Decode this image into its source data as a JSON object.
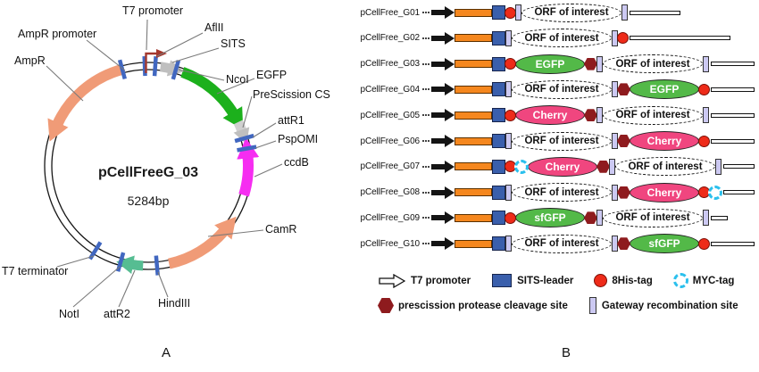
{
  "figure": {
    "panel_a_letter": "A",
    "panel_b_letter": "B"
  },
  "panel_a": {
    "plasmid_name": "pCellFreeG_03",
    "plasmid_size": "5284bp",
    "labels": {
      "t7_promoter": "T7 promoter",
      "ampr_promoter": "AmpR promoter",
      "ampr": "AmpR",
      "aflii": "AflII",
      "sits": "SITS",
      "ncoi": "NcoI",
      "egfp": "EGFP",
      "prescission_cs": "PreScission CS",
      "attr1": "attR1",
      "pspomi": "PspOMI",
      "ccdb": "ccdB",
      "camr": "CamR",
      "hindiii": "HindIII",
      "attr2": "attR2",
      "noti": "NotI",
      "t7_terminator": "T7 terminator"
    }
  },
  "panel_b": {
    "orf_label": "ORF of interest",
    "rows": [
      {
        "label": "pCellFree_G01",
        "elements": [
          "t7",
          "orange",
          "sits",
          "his",
          "gw",
          "orf",
          "gw",
          "tail"
        ]
      },
      {
        "label": "pCellFree_G02",
        "elements": [
          "t7",
          "orange",
          "sits",
          "gw",
          "orf",
          "gw",
          "his",
          "tail"
        ]
      },
      {
        "label": "pCellFree_G03",
        "elements": [
          "t7",
          "orange",
          "sits",
          "his",
          "fp:EGFP:green",
          "ps",
          "gw",
          "orf",
          "gw",
          "tail"
        ]
      },
      {
        "label": "pCellFree_G04",
        "elements": [
          "t7",
          "orange",
          "sits",
          "gw",
          "orf",
          "gw",
          "ps",
          "fp:EGFP:green",
          "his",
          "tail"
        ]
      },
      {
        "label": "pCellFree_G05",
        "elements": [
          "t7",
          "orange",
          "sits",
          "his",
          "fp:Cherry:pink",
          "ps",
          "gw",
          "orf",
          "gw",
          "tail"
        ]
      },
      {
        "label": "pCellFree_G06",
        "elements": [
          "t7",
          "orange",
          "sits",
          "gw",
          "orf",
          "gw",
          "ps",
          "fp:Cherry:pink",
          "his",
          "tail"
        ]
      },
      {
        "label": "pCellFree_G07",
        "elements": [
          "t7",
          "orange",
          "sits",
          "his",
          "myc",
          "fp:Cherry:pink",
          "ps",
          "gw",
          "orf",
          "gw",
          "tail"
        ]
      },
      {
        "label": "pCellFree_G08",
        "elements": [
          "t7",
          "orange",
          "sits",
          "gw",
          "orf",
          "gw",
          "ps",
          "fp:Cherry:pink",
          "his",
          "myc",
          "tail"
        ]
      },
      {
        "label": "pCellFree_G09",
        "elements": [
          "t7",
          "orange",
          "sits",
          "his",
          "fp:sfGFP:green",
          "ps",
          "gw",
          "orf",
          "gw",
          "tail"
        ]
      },
      {
        "label": "pCellFree_G10",
        "elements": [
          "t7",
          "orange",
          "sits",
          "gw",
          "orf",
          "gw",
          "ps",
          "fp:sfGFP:green",
          "his",
          "tail"
        ]
      }
    ],
    "legend": [
      {
        "symbol": "t7_white",
        "label": "T7 promoter"
      },
      {
        "symbol": "sits",
        "label": "SITS-leader"
      },
      {
        "symbol": "his",
        "label": "8His-tag"
      },
      {
        "symbol": "myc",
        "label": "MYC-tag"
      },
      {
        "symbol": "ps",
        "label": "prescission protease cleavage site"
      },
      {
        "symbol": "gw",
        "label": "Gateway recombination site"
      }
    ]
  },
  "colors": {
    "orange_bar": "#F5871E",
    "sits_blue": "#3A5FAC",
    "his_red": "#EE2B19",
    "gateway_lavender": "#CCC9F2",
    "gfp_green": "#53B948",
    "cherry_pink": "#F0467F",
    "protease_dark_red": "#8E1B1E",
    "myc_cyan": "#2BC0ED",
    "arc_salmon": "#F09B77",
    "arc_green": "#1CB01C",
    "ccdb_magenta": "#F62DF1",
    "attr2_seafoam": "#56BD92",
    "tick_blue": "#4167C0",
    "sits_arrow_gray": "#BFBFBF",
    "t7_arrow_red": "#A4382E"
  }
}
